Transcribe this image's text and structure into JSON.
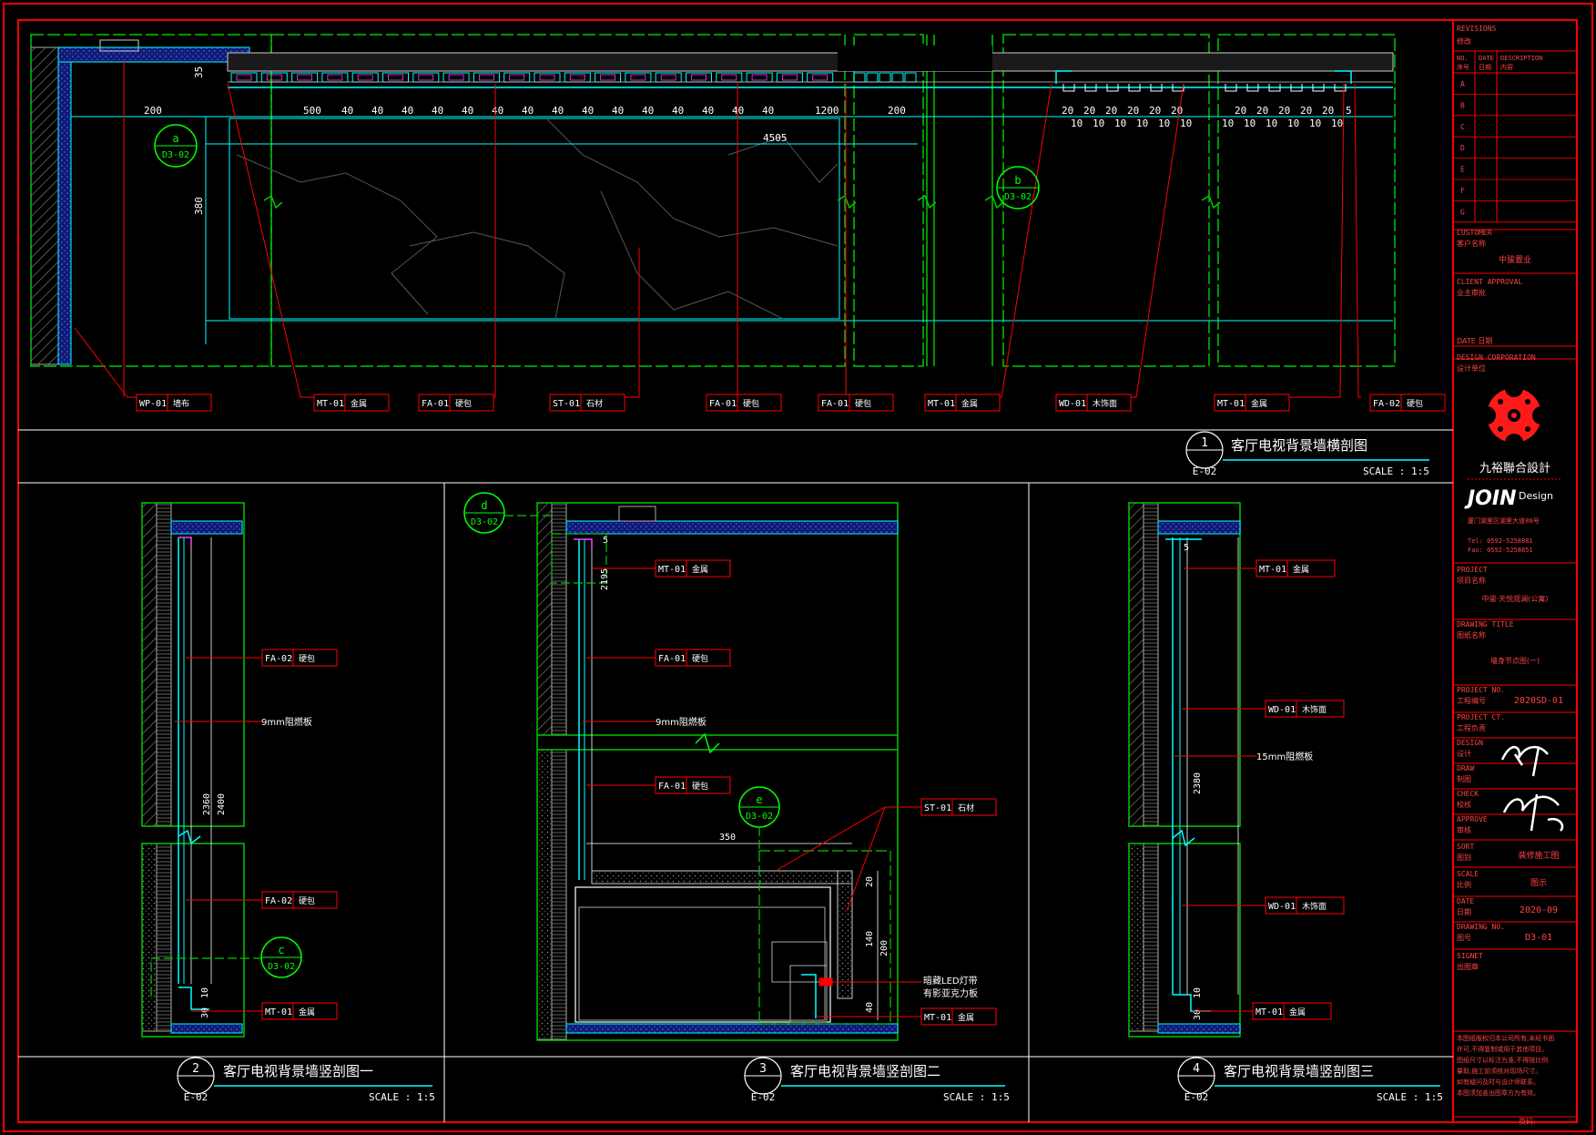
{
  "colors": {
    "frame": "#ff0000",
    "wall": "#00c800",
    "cyan": "#00ffff",
    "white": "#ffffff",
    "blue": "#2040ff",
    "magenta": "#ff40ff",
    "hatch": "#9a9a9a"
  },
  "plan": {
    "title": "客厅电视背景墙横剖图",
    "num": "1",
    "sheet": "E-02",
    "scale": "SCALE : 1:5",
    "dims": {
      "d200a": "200",
      "d35": "35",
      "d500": "500",
      "d40": "40",
      "d1200": "1200",
      "d200b": "200",
      "d4505": "4505",
      "d380": "380",
      "d20": "20",
      "d10": "10",
      "d5": "5"
    },
    "bubbles": [
      {
        "top": "a",
        "bot": "D3-02"
      },
      {
        "top": "b",
        "bot": "D3-02"
      }
    ],
    "labels": [
      {
        "code": "WP-01",
        "desc": "墙布"
      },
      {
        "code": "MT-01",
        "desc": "金属"
      },
      {
        "code": "FA-01",
        "desc": "硬包"
      },
      {
        "code": "ST-01",
        "desc": "石材"
      },
      {
        "code": "FA-01",
        "desc": "硬包"
      },
      {
        "code": "FA-01",
        "desc": "硬包"
      },
      {
        "code": "MT-01",
        "desc": "金属"
      },
      {
        "code": "WD-01",
        "desc": "木饰面"
      },
      {
        "code": "MT-01",
        "desc": "金属"
      },
      {
        "code": "FA-02",
        "desc": "硬包"
      }
    ]
  },
  "s2": {
    "title": "客厅电视背景墙竖剖图一",
    "num": "2",
    "sheet": "E-02",
    "scale": "SCALE : 1:5",
    "dims": {
      "d2360": "2360",
      "d2400": "2400",
      "d30": "30",
      "d10": "10"
    },
    "bubble": {
      "top": "c",
      "bot": "D3-02"
    },
    "labels": [
      {
        "code": "FA-02",
        "desc": "硬包"
      },
      {
        "code": "FA-02",
        "desc": "硬包"
      },
      {
        "code": "MT-01",
        "desc": "金属"
      }
    ],
    "note": "9mm阻燃板"
  },
  "s3": {
    "title": "客厅电视背景墙竖剖图二",
    "num": "3",
    "sheet": "E-02",
    "scale": "SCALE : 1:5",
    "dims": {
      "d2195": "2195",
      "d5": "5",
      "d350": "350",
      "d20": "20",
      "d140": "140",
      "d200": "200",
      "d40": "40"
    },
    "bubbles": [
      {
        "top": "d",
        "bot": "D3-02"
      },
      {
        "top": "e",
        "bot": "D3-02"
      }
    ],
    "labels": [
      {
        "code": "MT-01",
        "desc": "金属"
      },
      {
        "code": "FA-01",
        "desc": "硬包"
      },
      {
        "code": "FA-01",
        "desc": "硬包"
      },
      {
        "code": "ST-01",
        "desc": "石材"
      },
      {
        "code": "MT-01",
        "desc": "金属"
      }
    ],
    "note": "9mm阻燃板",
    "led1": "暗藏LED灯带",
    "led2": "有影亚克力板"
  },
  "s4": {
    "title": "客厅电视背景墙竖剖图三",
    "num": "4",
    "sheet": "E-02",
    "scale": "SCALE : 1:5",
    "dims": {
      "d2380": "2380",
      "d5": "5",
      "d30": "30",
      "d10": "10"
    },
    "labels": [
      {
        "code": "MT-01",
        "desc": "金属"
      },
      {
        "code": "WD-01",
        "desc": "木饰面"
      },
      {
        "code": "WD-01",
        "desc": "木饰面"
      },
      {
        "code": "MT-01",
        "desc": "金属"
      }
    ],
    "note": "15mm阻燃板"
  },
  "titleblock": {
    "revisions": "REVISIONS",
    "revisions_cn": "修改",
    "cols": [
      "NO.",
      "DATE",
      "DESCRIPTION"
    ],
    "cols_cn": [
      "序号",
      "日期",
      "内容"
    ],
    "rows": [
      "A",
      "B",
      "C",
      "D",
      "E",
      "F",
      "G"
    ],
    "customer": "CUSTOMER",
    "customer_cn": "客户名称",
    "customer_val": "中骏置业",
    "approval": "CLIENT APPROVAL",
    "approval_cn": "业主审批",
    "date_lbl": "DATE 日期",
    "design_corp": "DESIGN CORPORATION",
    "design_corp_cn": "设计单位",
    "company_cn": "九裕聯合設計",
    "company_en": "JOIN",
    "company_en2": "Design",
    "addr": "厦门湖里区湖里大道88号",
    "tel": "Tel: 0592-5258881",
    "fax": "Fax: 0592-5258851",
    "project": "PROJECT",
    "project_cn": "项目名称",
    "project_val": "中骏·天悦观澜(公寓)",
    "drawing_title": "DRAWING TITLE",
    "drawing_title_cn": "图纸名称",
    "drawing_title_val": "墙身节点图(一)",
    "project_no": "PROJECT NO.",
    "project_no_cn": "工程编号",
    "project_no_val": "2020SD-01",
    "project_ct": "PROJECT CT.",
    "project_ct_cn": "工程负责",
    "design": "DESIGN",
    "design_cn": "设计",
    "draw": "DRAW",
    "draw_cn": "制图",
    "check": "CHECK",
    "check_cn": "校核",
    "approve": "APPROVE",
    "approve_cn": "审核",
    "sort": "SORT",
    "sort_cn": "图别",
    "sort_val": "装修施工图",
    "scale": "SCALE",
    "scale_cn": "比例",
    "scale_val": "图示",
    "date": "DATE",
    "date_cn": "日期",
    "date_val": "2020-09",
    "drawing_no": "DRAWING NO.",
    "drawing_no_cn": "图号",
    "drawing_no_val": "D3-01",
    "signet": "SIGNET",
    "signet_cn": "出图章",
    "notes": [
      "本图纸版权归本公司所有,未经书面",
      "许可,不得复制或用于其他项目。",
      "图纸尺寸以标注为准,不得按比例",
      "量取,施工前须核对现场尺寸。",
      "如有疑问及时与设计师联系。",
      "本图须加盖出图章方为有效。"
    ],
    "page_lbl": "页码:"
  }
}
